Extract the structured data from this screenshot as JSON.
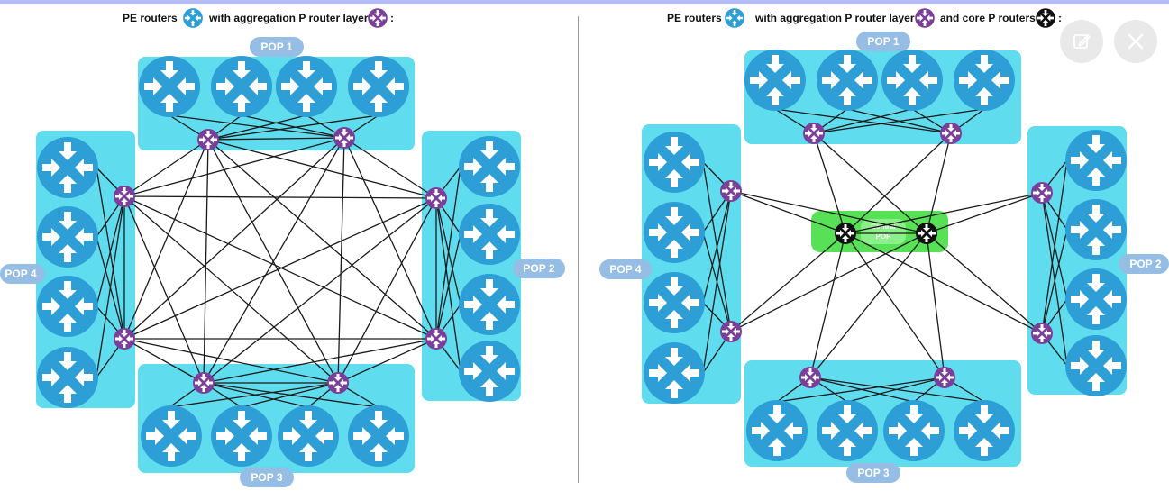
{
  "left_diagram": {
    "legend": {
      "text1": "PE routers",
      "text2": "with aggregation P router layer",
      "text3": ":"
    },
    "pops": [
      "POP 1",
      "POP 2",
      "POP 3",
      "POP 4"
    ]
  },
  "right_diagram": {
    "legend": {
      "text1": "PE routers",
      "text2": "with aggregation P router layer",
      "text3": "and core P routers",
      "text4": ":"
    },
    "pops": [
      "POP 1",
      "POP 2",
      "POP 3",
      "POP 4"
    ],
    "central_pop": [
      "Central",
      "POP"
    ]
  },
  "controls": {
    "edit_icon": "edit-icon",
    "close_icon": "close-icon"
  },
  "colors": {
    "pe_router": "#2e9fd6",
    "aggregation_p_router": "#7b3f9a",
    "core_p_router": "#111111",
    "pop_box": "#5fdcee",
    "pop_label": "#96bde4",
    "central_pop_box": "#58e056",
    "link": "#1a1a1a"
  }
}
